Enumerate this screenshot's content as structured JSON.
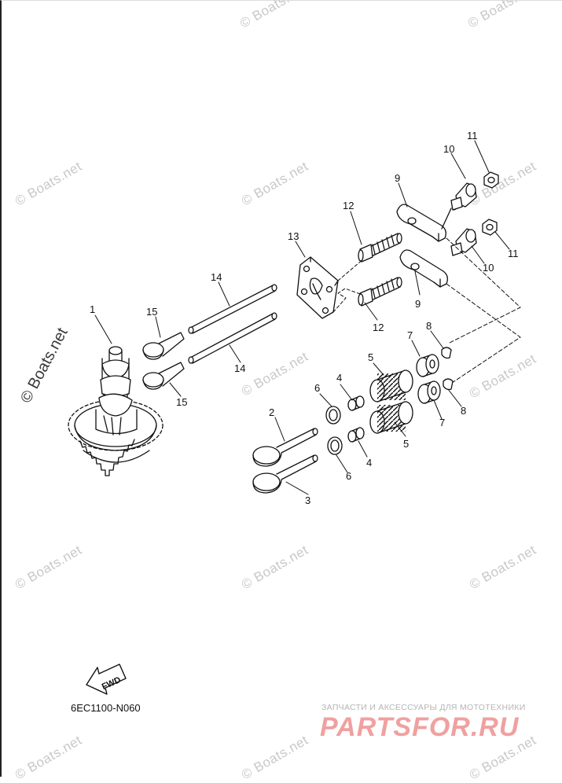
{
  "watermark": "© Boats.net",
  "drawing_code": "6EC1100-N060",
  "fwd_label": "FWD",
  "banner": {
    "small_text": "ЗАПЧАСТИ И АКСЕССУАРЫ ДЛЯ МОТОТЕХНИКИ",
    "large_text": "PARTSFOR.RU"
  },
  "callouts": [
    "1",
    "2",
    "3",
    "4",
    "4",
    "5",
    "5",
    "6",
    "6",
    "7",
    "7",
    "8",
    "8",
    "9",
    "9",
    "10",
    "10",
    "11",
    "11",
    "12",
    "12",
    "13",
    "14",
    "14",
    "15",
    "15"
  ]
}
